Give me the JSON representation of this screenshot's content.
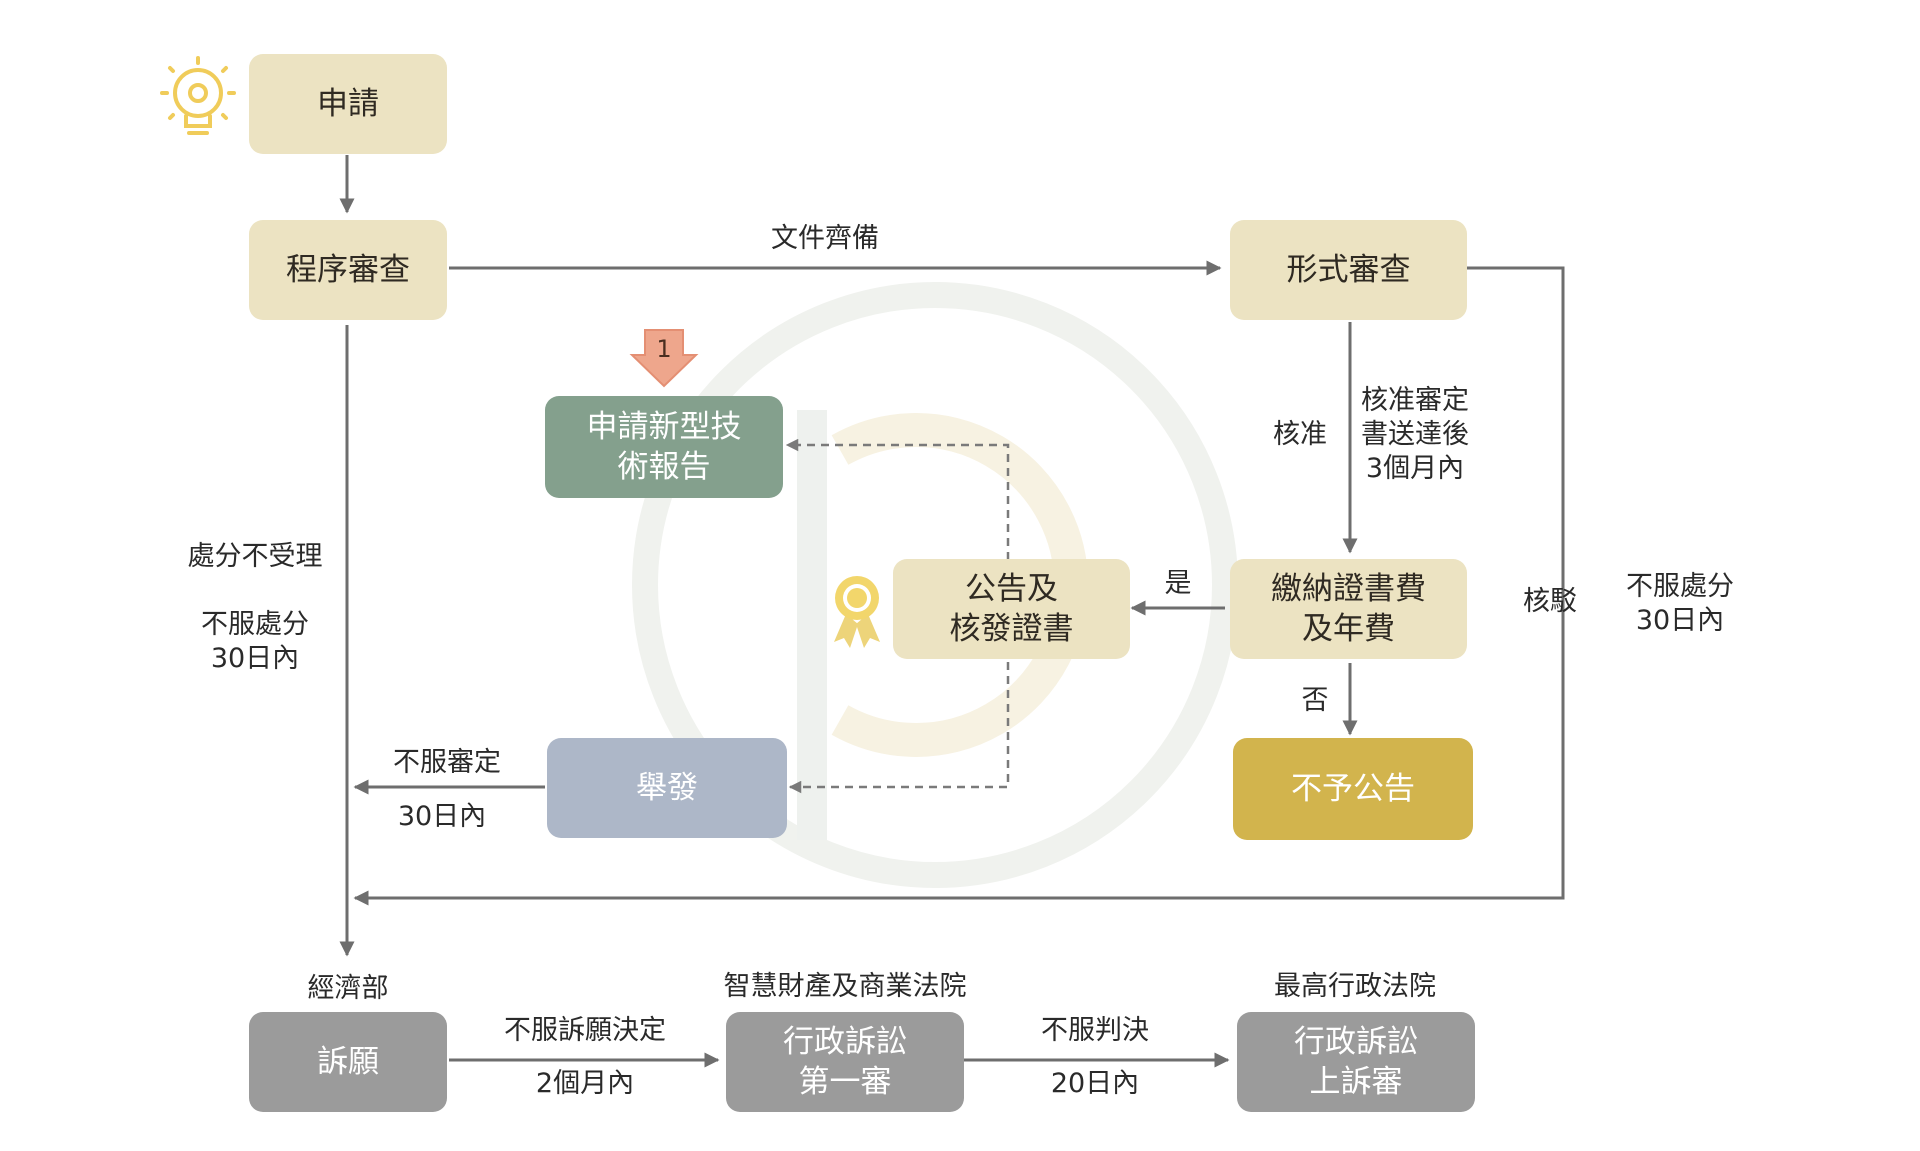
{
  "nodes": {
    "apply": "申請",
    "procedural_review": "程序審查",
    "formal_review": "形式審查",
    "tech_report": "申請新型技\n術報告",
    "tech_report_badge": "1",
    "publish_cert": "公告及\n核發證書",
    "pay_fees": "繳納證書費\n及年費",
    "invalidation": "舉發",
    "not_published": "不予公告",
    "appeal": "訴願",
    "admin_first": "行政訴訟\n第一審",
    "admin_appeal": "行政訴訟\n上訴審"
  },
  "labels": {
    "documents_complete": "文件齊備",
    "approve": "核准",
    "approve_deadline": "核准審定\n書送達後\n3個月內",
    "yes": "是",
    "no": "否",
    "reject_disposition": "處分不受理",
    "dispute_30days_left": "不服處分\n30日內",
    "dispute_review_1": "不服審定",
    "dispute_review_2": "30日內",
    "reject_formal": "核駁",
    "dispute_30days_right": "不服處分\n30日內",
    "moea": "經濟部",
    "ip_court": "智慧財產及商業法院",
    "supreme_admin_court": "最高行政法院",
    "dispute_appeal_1": "不服訴願決定",
    "dispute_appeal_2": "2個月內",
    "dispute_judgment_1": "不服判決",
    "dispute_judgment_2": "20日內"
  },
  "colors": {
    "beige": "#ece3c2",
    "green": "#84a08d",
    "blue": "#adb7c8",
    "gold": "#d2b44d",
    "gray": "#9b9b9b",
    "arrow": "#6e6e6e",
    "badge": "#eea68c"
  },
  "icons": [
    "lightbulb-icon",
    "award-ribbon-icon",
    "down-arrow-badge-icon",
    "watermark-logo"
  ]
}
